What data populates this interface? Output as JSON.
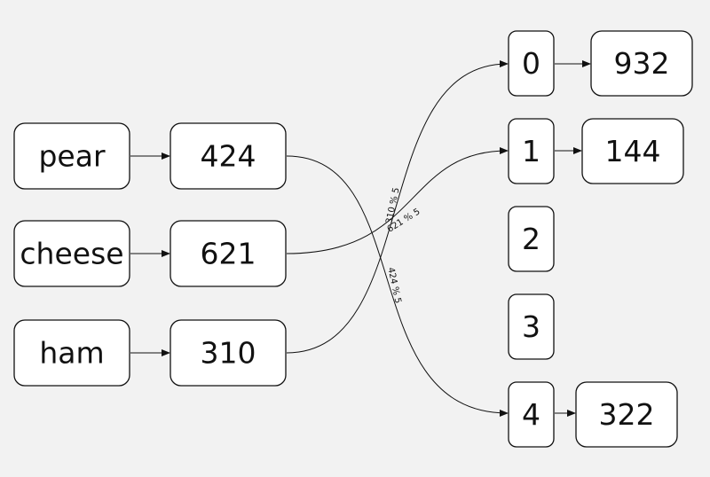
{
  "keys": [
    {
      "id": "pear",
      "label": "pear"
    },
    {
      "id": "cheese",
      "label": "cheese"
    },
    {
      "id": "ham",
      "label": "ham"
    }
  ],
  "hashes": [
    {
      "id": "h424",
      "label": "424"
    },
    {
      "id": "h621",
      "label": "621"
    },
    {
      "id": "h310",
      "label": "310"
    }
  ],
  "buckets": [
    {
      "id": "b0",
      "label": "0"
    },
    {
      "id": "b1",
      "label": "1"
    },
    {
      "id": "b2",
      "label": "2"
    },
    {
      "id": "b3",
      "label": "3"
    },
    {
      "id": "b4",
      "label": "4"
    }
  ],
  "entries": [
    {
      "id": "e932",
      "label": "932"
    },
    {
      "id": "e144",
      "label": "144"
    },
    {
      "id": "e322",
      "label": "322"
    }
  ],
  "edges": [
    {
      "from": "pear",
      "to": "h424",
      "label": ""
    },
    {
      "from": "cheese",
      "to": "h621",
      "label": ""
    },
    {
      "from": "ham",
      "to": "h310",
      "label": ""
    },
    {
      "from": "h424",
      "to": "b4",
      "label": "424 % 5"
    },
    {
      "from": "h621",
      "to": "b1",
      "label": "621 % 5"
    },
    {
      "from": "h310",
      "to": "b0",
      "label": "310 % 5"
    },
    {
      "from": "b0",
      "to": "e932",
      "label": ""
    },
    {
      "from": "b1",
      "to": "e144",
      "label": ""
    },
    {
      "from": "b4",
      "to": "e322",
      "label": ""
    }
  ]
}
